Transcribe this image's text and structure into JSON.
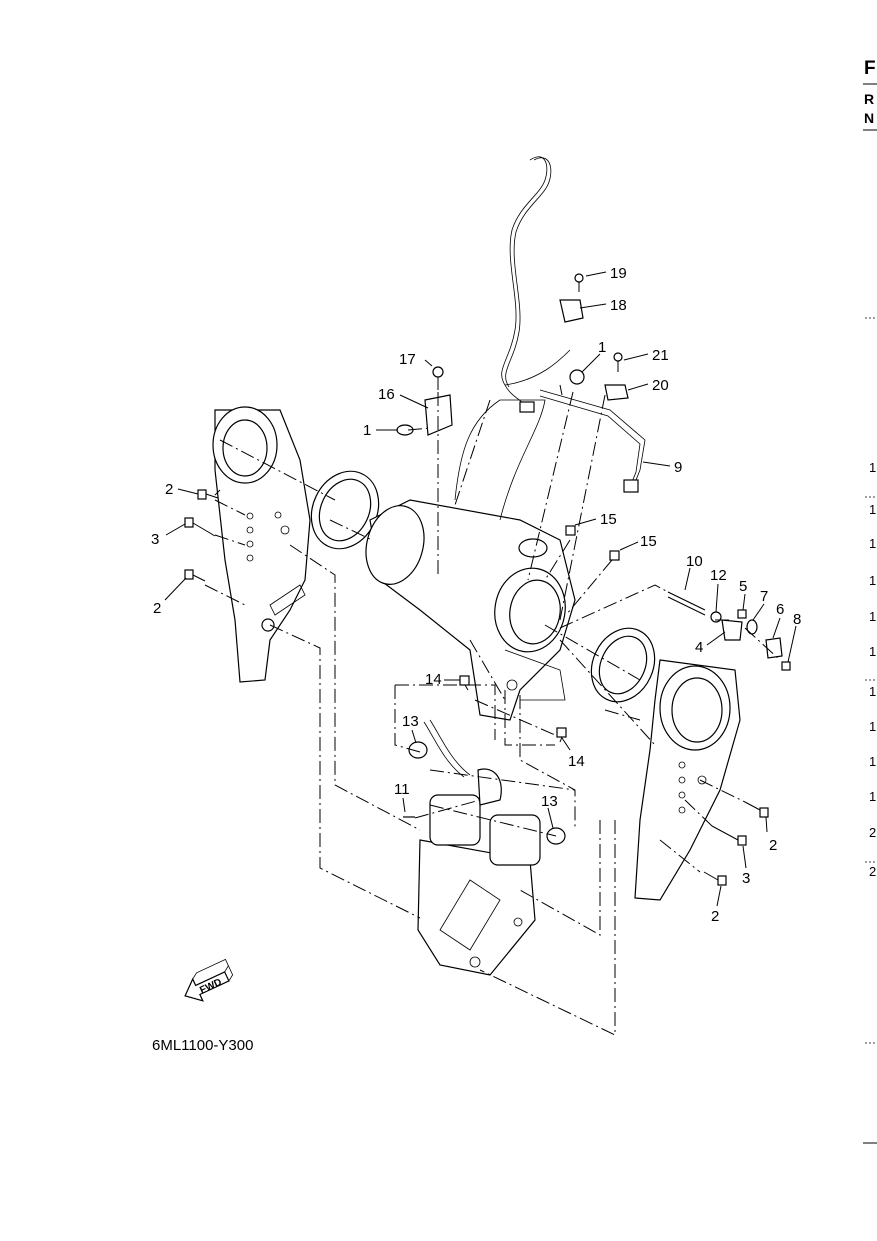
{
  "figure_code": "6ML1100-Y300",
  "fwd_label": "FWD",
  "edge_header": {
    "title_letter": "F",
    "row1_letter": "R",
    "row2_letter": "N"
  },
  "callouts": {
    "c1a": "1",
    "c1b": "1",
    "c2a": "2",
    "c2b": "2",
    "c2c": "2",
    "c3a": "3",
    "c3b": "3",
    "c4": "4",
    "c5": "5",
    "c6": "6",
    "c7": "7",
    "c8": "8",
    "c9": "9",
    "c10": "10",
    "c11": "11",
    "c12": "12",
    "c13a": "13",
    "c13b": "13",
    "c14a": "14",
    "c14b": "14",
    "c15a": "15",
    "c15b": "15",
    "c16": "16",
    "c17": "17",
    "c18": "18",
    "c19": "19",
    "c20": "20",
    "c21": "21"
  },
  "edge_numbers": [
    "1",
    "1",
    "1",
    "1",
    "1",
    "1",
    "1",
    "1",
    "1",
    "1",
    "2",
    "2"
  ]
}
